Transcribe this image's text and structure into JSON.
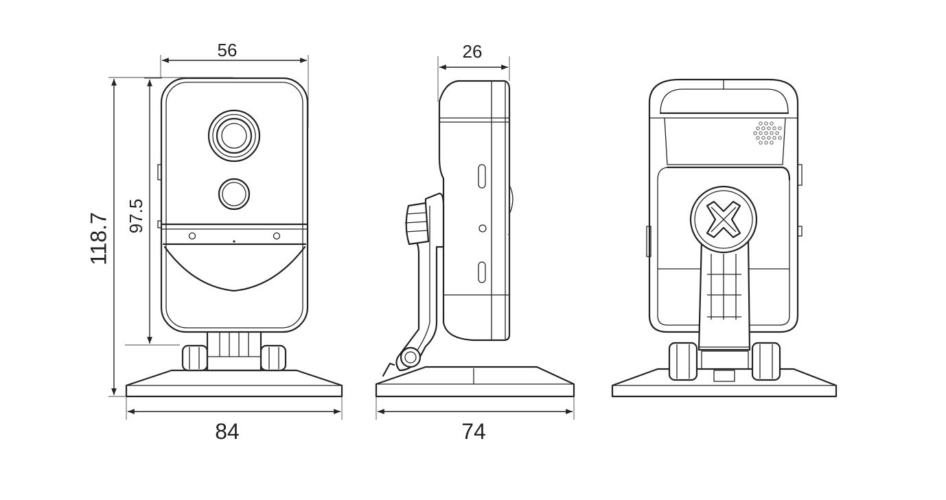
{
  "dimensions": {
    "front_width": "56",
    "side_depth": "26",
    "overall_height": "118.7",
    "body_height": "97.5",
    "front_base_width": "84",
    "side_base_width": "74"
  },
  "colors": {
    "line": "#222222",
    "background": "#ffffff"
  }
}
